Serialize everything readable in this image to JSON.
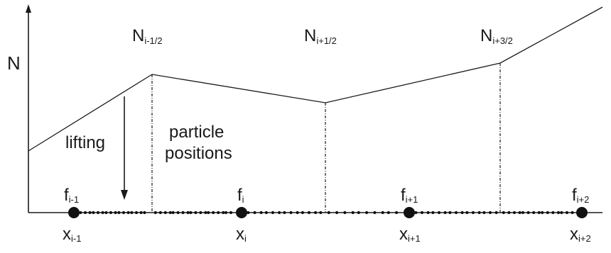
{
  "axis": {
    "y_label": "N"
  },
  "interfaces": [
    {
      "base": "N",
      "sub": "i-1/2"
    },
    {
      "base": "N",
      "sub": "i+1/2"
    },
    {
      "base": "N",
      "sub": "i+3/2"
    }
  ],
  "nodes": [
    {
      "f_base": "f",
      "f_sub": "i-1",
      "x_base": "x",
      "x_sub": "i-1"
    },
    {
      "f_base": "f",
      "f_sub": "i",
      "x_base": "x",
      "x_sub": "i"
    },
    {
      "f_base": "f",
      "f_sub": "i+1",
      "x_base": "x",
      "x_sub": "i+1"
    },
    {
      "f_base": "f",
      "f_sub": "i+2",
      "x_base": "x",
      "x_sub": "i+2"
    }
  ],
  "annotations": {
    "lifting": "lifting",
    "particle_line1": "particle",
    "particle_line2": "positions"
  },
  "colors": {
    "ink": "#1a1a1a",
    "background": "#ffffff"
  }
}
